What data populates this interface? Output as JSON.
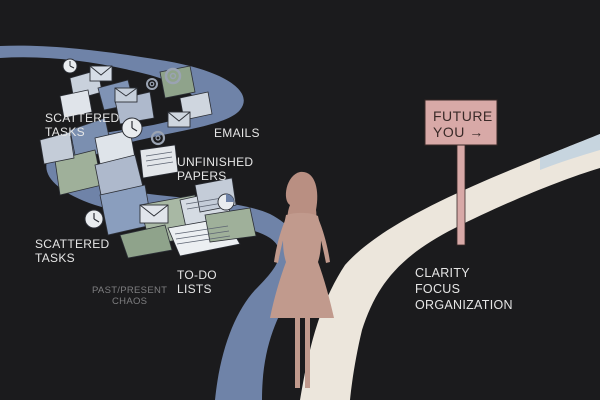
{
  "colors": {
    "background": "#1b1b1d",
    "chaos_path": "#6f83a8",
    "clear_path": "#ece6dc",
    "figure": "#c19a8d",
    "sign": "#d8a9a7",
    "labels": "#e6e6e6"
  },
  "labels": {
    "scattered_tasks_top": [
      "SCATTERED",
      "TASKS"
    ],
    "emails": "EMAILS",
    "unfinished_papers": [
      "UNFINISHED",
      "PAPERS"
    ],
    "scattered_tasks_bottom": [
      "SCATTERED",
      "TASKS"
    ],
    "todo_lists": [
      "TO-DO",
      "LISTS"
    ],
    "past_present_chaos": [
      "PAST/PRESENT",
      "CHAOS"
    ],
    "clarity_lines": [
      "CLARITY",
      "FOCUS",
      "ORGANIZATION"
    ]
  },
  "sign": {
    "line1": "FUTURE",
    "line2": "YOU →"
  },
  "icons": [
    "clock-icon",
    "gear-icon",
    "envelope-icon",
    "paper-icon",
    "pie-chart-icon"
  ]
}
